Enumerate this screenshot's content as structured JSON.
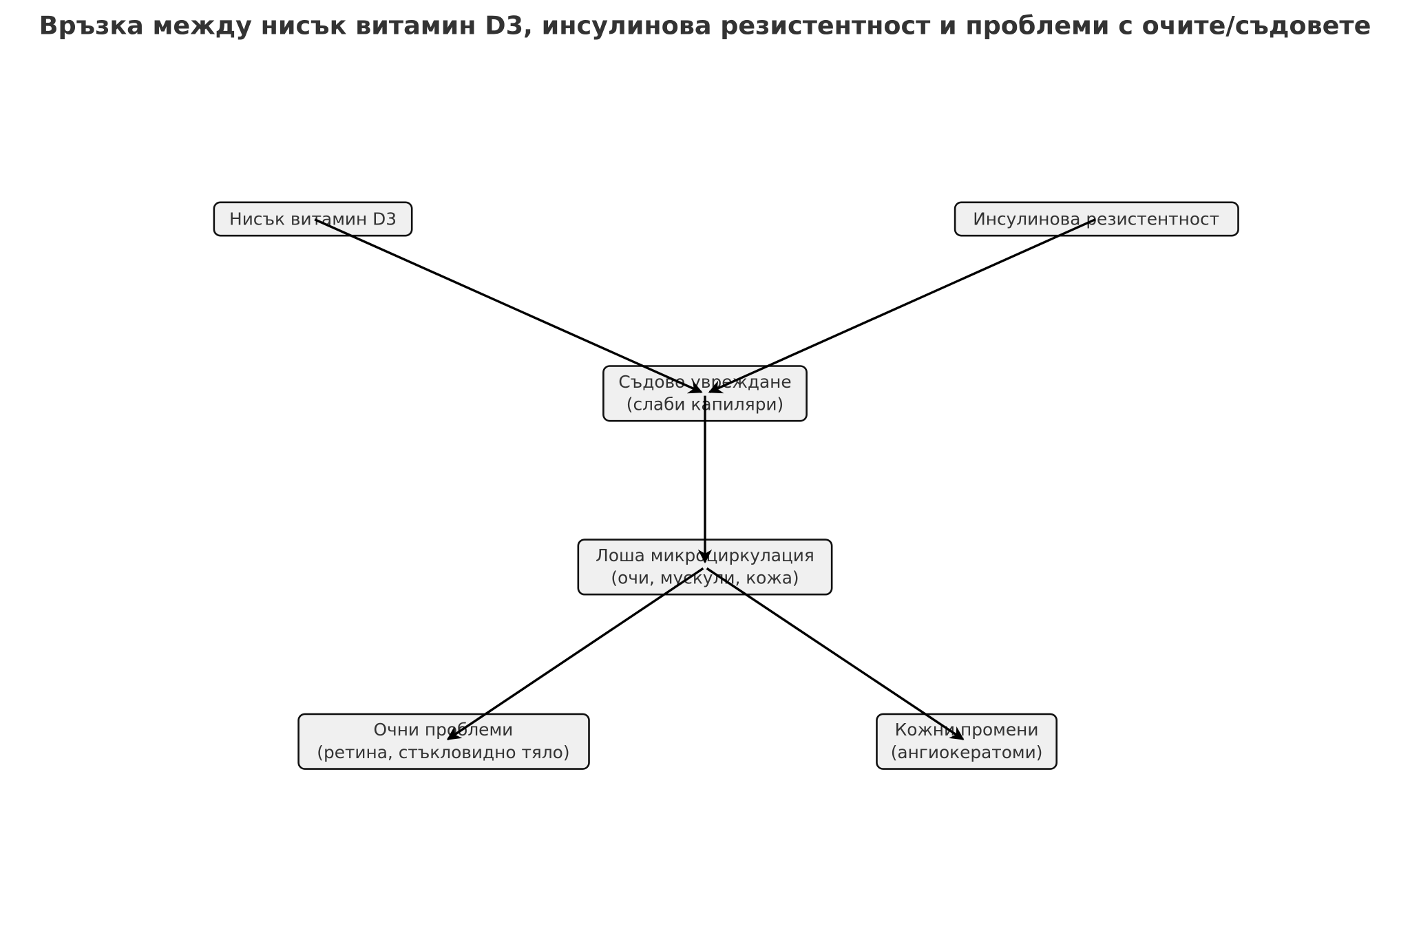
{
  "title": "Връзка между нисък витамин D3, инсулинова резистентност и проблеми с очите/съдовете",
  "nodes": [
    {
      "id": "d3",
      "lines": [
        "Нисък витамин D3"
      ]
    },
    {
      "id": "insulin",
      "lines": [
        "Инсулинова резистентност"
      ]
    },
    {
      "id": "vascular",
      "lines": [
        "Съдово увреждане",
        "(слаби капиляри)"
      ]
    },
    {
      "id": "microcirc",
      "lines": [
        "Лоша микроциркулация",
        "(очи, мускули, кожа)"
      ]
    },
    {
      "id": "eyes",
      "lines": [
        "Очни проблеми",
        "(ретина, стъкловидно тяло)"
      ]
    },
    {
      "id": "skin",
      "lines": [
        "Кожни промени",
        "(ангиокератоми)"
      ]
    }
  ],
  "edges": [
    {
      "from": "d3",
      "to": "vascular"
    },
    {
      "from": "insulin",
      "to": "vascular"
    },
    {
      "from": "vascular",
      "to": "microcirc"
    },
    {
      "from": "microcirc",
      "to": "eyes"
    },
    {
      "from": "microcirc",
      "to": "skin"
    }
  ],
  "colors": {
    "box_fill": "#f0f0f0",
    "text": "#333333",
    "line": "#000000"
  }
}
